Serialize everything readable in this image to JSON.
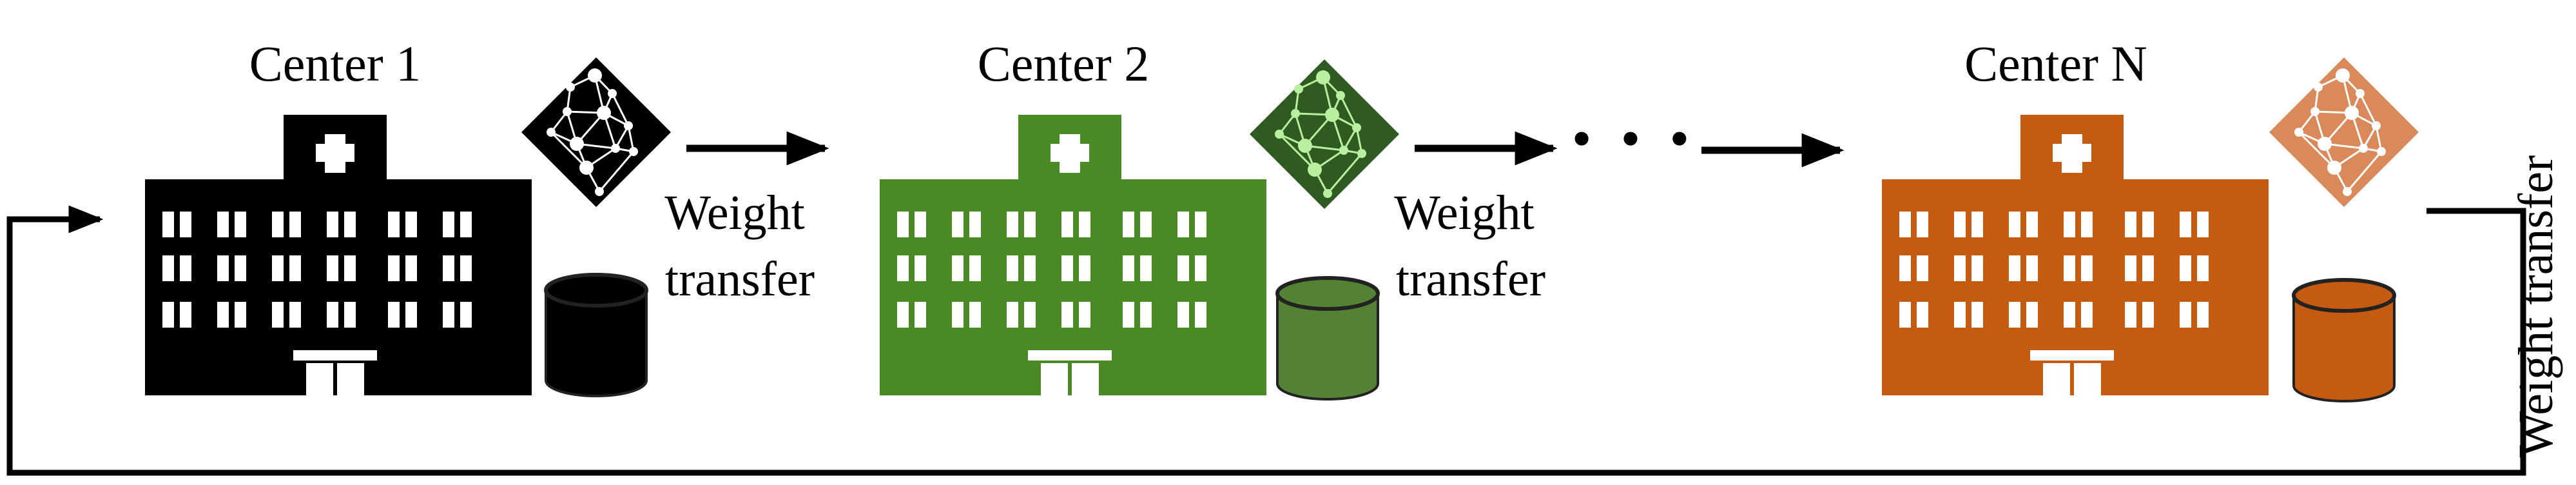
{
  "labels": {
    "center_1": "Center 1",
    "center_2": "Center 2",
    "center_n": "Center N",
    "transfer_1_line1": "Weight",
    "transfer_1_line2": "transfer",
    "transfer_2_line1": "Weight",
    "transfer_2_line2": "transfer",
    "return_transfer": "Weight transfer",
    "ellipsis": "· · ·"
  },
  "colors": {
    "center_1": "#000000",
    "center_2": "#4a8a25",
    "center_2_db": "#548235",
    "center_2_net": "#2f5a22",
    "center_n": "#c55a11",
    "center_n_db": "#c55a11",
    "center_n_net": "#d9895a",
    "window": "#ffffff",
    "arrows": "#000000"
  },
  "icons": [
    "hospital-icon",
    "neural-network-icon",
    "database-cylinder-icon",
    "arrow-right-icon"
  ]
}
